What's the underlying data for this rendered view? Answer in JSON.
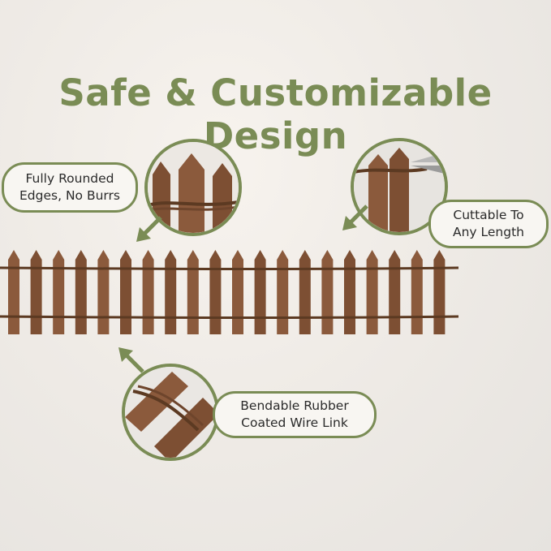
{
  "title": "Safe & Customizable Design",
  "callouts": {
    "rounded": {
      "line1": "Fully Rounded",
      "line2": "Edges, No Burrs"
    },
    "cut": {
      "line1": "Cuttable To",
      "line2": "Any Length"
    },
    "bend": {
      "line1": "Bendable Rubber",
      "line2": "Coated Wire Link"
    }
  },
  "colors": {
    "accent": "#7a8c55",
    "wood": "#8b5a3c",
    "wood_dark": "#6e452c",
    "wire": "#5c3a22"
  },
  "icons": [
    "arrow-down-left-icon",
    "arrow-down-left-icon",
    "arrow-up-left-icon",
    "scissors-icon"
  ]
}
